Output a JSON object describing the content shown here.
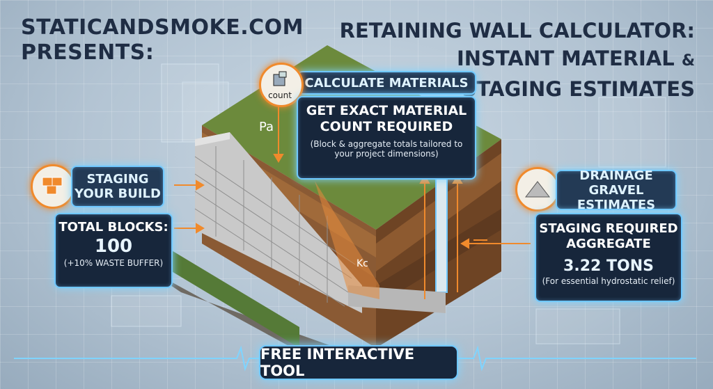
{
  "header": {
    "left_line1": "STATICANDSMOKE.COM",
    "left_line2": "PRESENTS:",
    "right_line1": "RETAINING WALL CALCULATOR:",
    "right_line2a": "INSTANT MATERIAL",
    "right_line2b": "&",
    "right_line3": "STAGING ESTIMATES"
  },
  "panel_top": {
    "heading": "CALCULATE MATERIALS",
    "icon_label": "count",
    "main": "GET EXACT MATERIAL COUNT REQUIRED",
    "note": "(Block & aggregate totals tailored to your project dimensions)"
  },
  "panel_left": {
    "heading_line1": "STAGING",
    "heading_line2": "YOUR BUILD",
    "main": "TOTAL BLOCKS:",
    "value": "100",
    "note": "(+10% WASTE BUFFER)"
  },
  "panel_right": {
    "heading_line1": "DRAINAGE GRAVEL",
    "heading_line2": "ESTIMATES",
    "main_line1": "STAGING REQUIRED",
    "main_line2": "AGGREGATE",
    "value": "3.22 TONS",
    "note": "(For essential hydrostatic relief)"
  },
  "diagram": {
    "pressure_label": "Pa",
    "kc_label": "Kc"
  },
  "footer": {
    "label": "FREE INTERACTIVE TOOL"
  },
  "colors": {
    "accent_orange": "#f08a2c",
    "glow_blue": "#6fc8ff",
    "panel_dark": "#17263b"
  }
}
